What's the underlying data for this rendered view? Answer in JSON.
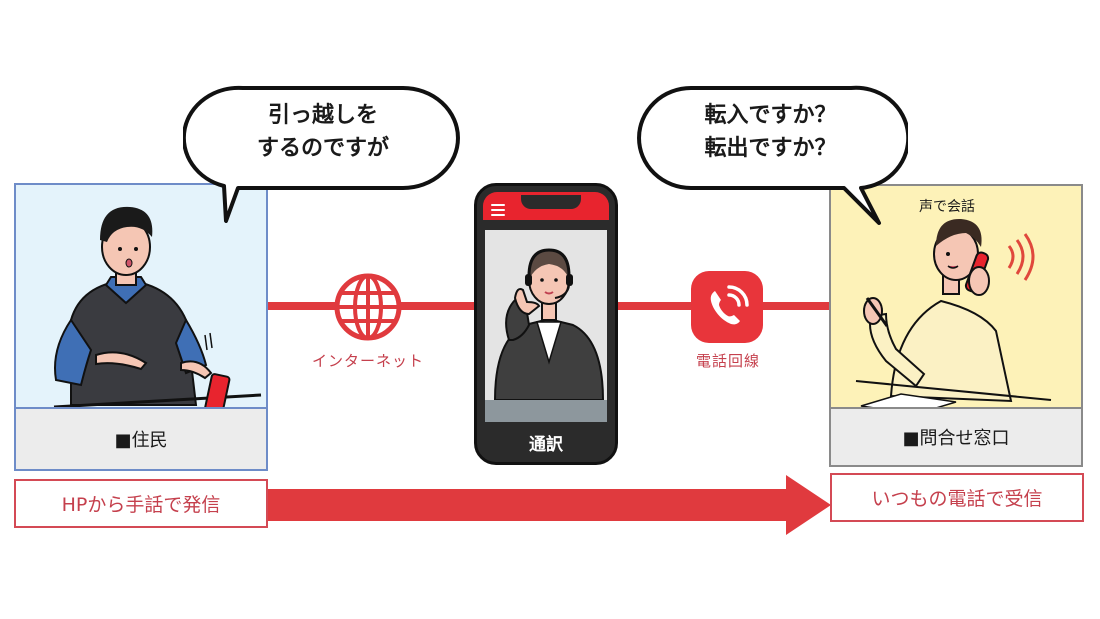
{
  "bubbles": {
    "resident": {
      "line1": "引っ越しを",
      "line2": "するのですが"
    },
    "counter": {
      "line1": "転入ですか？",
      "line2": "転出ですか？"
    }
  },
  "panels": {
    "resident": {
      "caption": "■住民"
    },
    "counter": {
      "caption": "■問合せ窓口",
      "note": "声で会話"
    }
  },
  "phone": {
    "footer_label": "通訳",
    "menu_icon": "hamburger-menu-icon"
  },
  "connections": {
    "internet": {
      "label": "インターネット",
      "icon": "globe-icon"
    },
    "phone_line": {
      "label": "電話回線",
      "icon": "phone-call-icon"
    }
  },
  "flow": {
    "from_label": "HPから手話で発信",
    "to_label": "いつもの電話で受信"
  },
  "colors": {
    "accent_red": "#e03a3e",
    "label_red": "#c5404d",
    "resident_bg": "#e4f3fb",
    "counter_bg": "#fdf2b8"
  }
}
